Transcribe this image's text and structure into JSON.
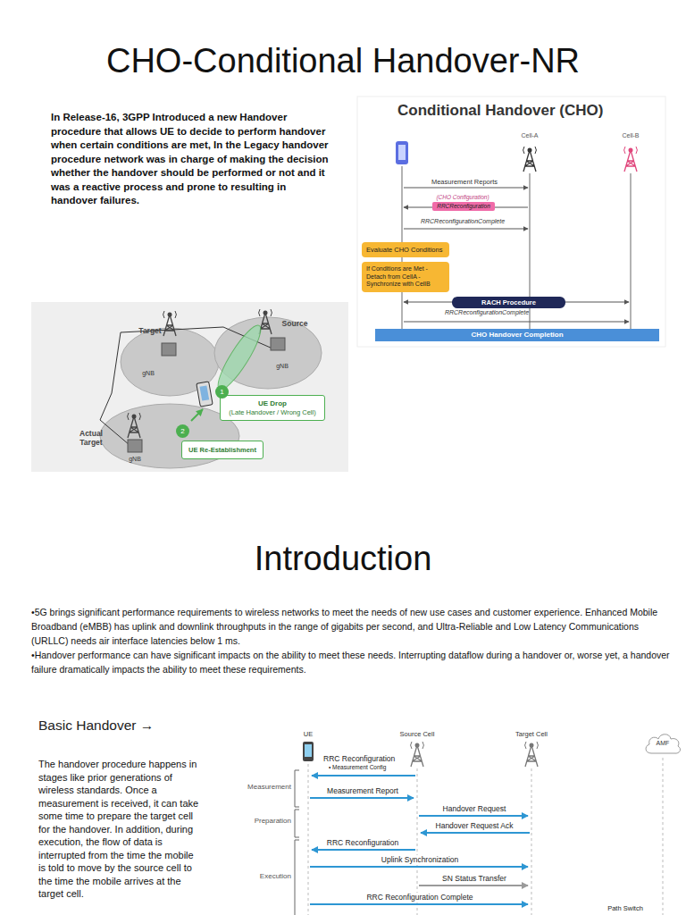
{
  "diagram": {
    "title": "CHO-Conditional Handover-NR",
    "nodes": [
      {
        "text": [
          "RRCReconfiguration"
        ]
      },
      {
        "text": [
          "Evaluate CHO Conditions"
        ]
      },
      {
        "text": [
          "If Conditions are Met -Detach from CellA -Synchronize with CellB"
        ]
      },
      {
        "text": [
          "RACH Procedure"
        ]
      },
      {
        "text": [
          "CHO Handover Completion"
        ]
      },
      {
        "text": [
          "1"
        ]
      },
      {
        "text": [
          "UE Drop",
          "(Late Handover / Wrong Cell)"
        ]
      },
      {
        "text": [
          "2"
        ]
      },
      {
        "text": [
          "UE Re-Establishment"
        ]
      },
      {
        "text": [
          "AMF"
        ]
      }
    ],
    "labels": [
      "In Release-16, 3GPP Introduced a new Handover procedure that allows UE to decide to perform handover when certain conditions are met, In the Legacy handover procedure network was in charge of making the decision whether the handover should be performed or not and it was a reactive process and prone to resulting in handover failures.",
      "Conditional Handover (CHO)",
      "Cell-A",
      "Cell-B",
      "Measurement Reports",
      "(CHO Configuration)",
      "RRCReconfigurationComplete",
      "RRCReconfigurationComplete",
      "Target",
      "Source",
      "gNB",
      "gNB",
      "Actual Target",
      "gNB",
      "Introduction",
      "•5G brings significant performance requirements to wireless networks to meet the needs of new use cases and customer experience. Enhanced Mobile Broadband (eMBB) has uplink and downlink throughputs in the range of gigabits per second, and Ultra-Reliable and Low Latency Communications (URLLC) needs air interface latencies below 1 ms.",
      "•Handover performance can have significant impacts on the ability to meet these needs. Interrupting dataflow during a handover or, worse yet, a handover failure dramatically impacts the ability to meet these requirements.",
      "Basic Handover →",
      "The handover procedure happens in stages like prior generations of wireless standards. Once a measurement is received, it can take some time to prepare the target cell for the handover. In addition, during execution, the flow of data is interrupted from the time the mobile is told to move by the source cell to the time the mobile arrives at the target cell.",
      "UE",
      "Source Cell",
      "Target Cell",
      "Measurement",
      "Preparation",
      "Execution",
      "RRC Reconfiguration",
      "• Measurement Config",
      "Measurement Report",
      "Handover Request",
      "Handover Request Ack",
      "RRC Reconfiguration",
      "Uplink Synchronization",
      "SN Status Transfer",
      "RRC Reconfiguration Complete",
      "Path Switch"
    ]
  }
}
